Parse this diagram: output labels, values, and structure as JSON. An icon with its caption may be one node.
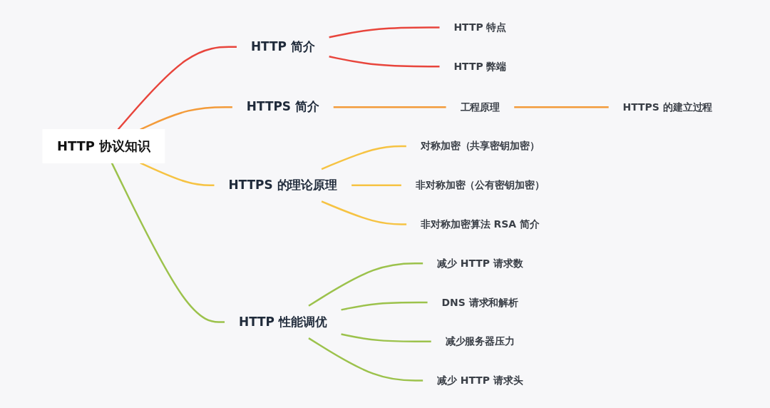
{
  "diagram": {
    "nodes": [
      {
        "text": [
          "HTTP 协议知识"
        ]
      },
      {
        "text": [
          "HTTP 简介"
        ]
      },
      {
        "text": [
          "HTTP 特点"
        ]
      },
      {
        "text": [
          "HTTP 弊端"
        ]
      },
      {
        "text": [
          "HTTPS 简介"
        ]
      },
      {
        "text": [
          "工程原理"
        ]
      },
      {
        "text": [
          "HTTPS 的建立过程"
        ]
      },
      {
        "text": [
          "HTTPS 的理论原理"
        ]
      },
      {
        "text": [
          "对称加密（共享密钥加密）"
        ]
      },
      {
        "text": [
          "非对称加密（公有密钥加密）"
        ]
      },
      {
        "text": [
          "非对称加密算法 RSA 简介"
        ]
      },
      {
        "text": [
          "HTTP 性能调优"
        ]
      },
      {
        "text": [
          "减少 HTTP 请求数"
        ]
      },
      {
        "text": [
          "DNS 请求和解析"
        ]
      },
      {
        "text": [
          "减少服务器压力"
        ]
      },
      {
        "text": [
          "减少 HTTP 请求头"
        ]
      }
    ],
    "edges": [
      {
        "from": 0,
        "to": 1,
        "arrow": "none",
        "color": "#e8453c"
      },
      {
        "from": 1,
        "to": 2,
        "arrow": "none",
        "color": "#e8453c"
      },
      {
        "from": 1,
        "to": 3,
        "arrow": "none",
        "color": "#e8453c"
      },
      {
        "from": 0,
        "to": 4,
        "arrow": "none",
        "color": "#f39b3a"
      },
      {
        "from": 4,
        "to": 5,
        "arrow": "none",
        "color": "#f39b3a"
      },
      {
        "from": 5,
        "to": 6,
        "arrow": "none",
        "color": "#f39b3a"
      },
      {
        "from": 0,
        "to": 7,
        "arrow": "none",
        "color": "#f6c343"
      },
      {
        "from": 7,
        "to": 8,
        "arrow": "none",
        "color": "#f6c343"
      },
      {
        "from": 7,
        "to": 9,
        "arrow": "none",
        "color": "#f6c343"
      },
      {
        "from": 7,
        "to": 10,
        "arrow": "none",
        "color": "#f6c343"
      },
      {
        "from": 0,
        "to": 11,
        "arrow": "none",
        "color": "#9cc24c"
      },
      {
        "from": 11,
        "to": 12,
        "arrow": "none",
        "color": "#9cc24c"
      },
      {
        "from": 11,
        "to": 13,
        "arrow": "none",
        "color": "#9cc24c"
      },
      {
        "from": 11,
        "to": 14,
        "arrow": "none",
        "color": "#9cc24c"
      },
      {
        "from": 11,
        "to": 15,
        "arrow": "none",
        "color": "#9cc24c"
      }
    ]
  }
}
